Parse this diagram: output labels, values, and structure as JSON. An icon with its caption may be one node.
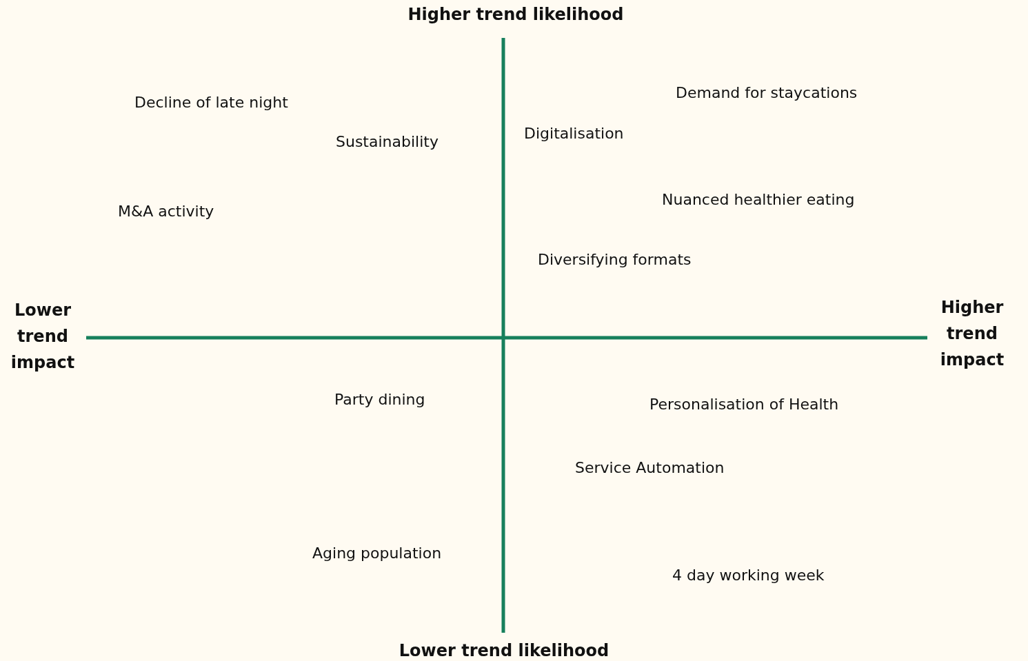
{
  "diagram": {
    "labels": [
      "Higher trend likelihood",
      "Demand for staycations",
      "Decline of late night",
      "Digitalisation",
      "Sustainability",
      "Nuanced healthier eating",
      "M&A activity",
      "Diversifying formats",
      "Lower trend impact",
      "Higher trend impact",
      "Party dining",
      "Personalisation of Health",
      "Service Automation",
      "Aging population",
      "4 day working week",
      "Lower trend likelihood"
    ]
  }
}
